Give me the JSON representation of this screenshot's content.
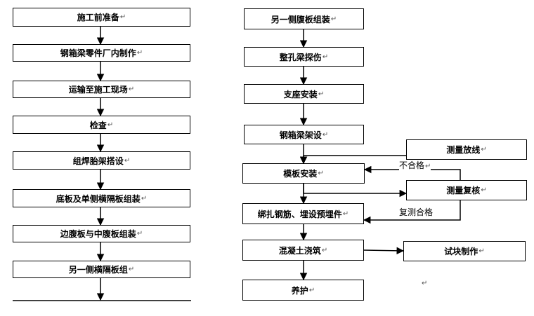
{
  "paragraph_mark": "↵",
  "left_column": {
    "steps": [
      "施工前准备",
      "钢箱梁零件厂内制作",
      "运输至施工现场",
      "检查",
      "组焊胎架搭设",
      "底板及单侧横隔板组装",
      "边腹板与中腹板组装",
      "另一侧横隔板组"
    ]
  },
  "right_column": {
    "steps": [
      "另一侧腹板组装",
      "整孔梁探伤",
      "支座安装",
      "钢箱梁架设",
      "模板安装",
      "绑扎钢筋、埋设预埋件",
      "混凝土浇筑",
      "养护"
    ]
  },
  "side_boxes": {
    "survey_layout": "测量放线",
    "survey_recheck": "测量复核",
    "test_block": "试块制作"
  },
  "edge_labels": {
    "fail": "不合格",
    "recheck_pass": "复测合格"
  }
}
